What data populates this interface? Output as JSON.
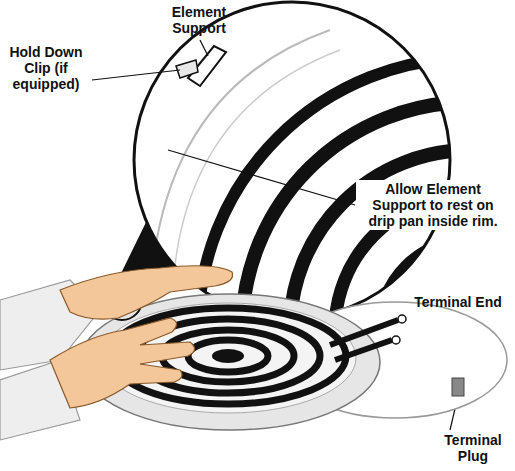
{
  "diagram": {
    "labels": [
      "Hold Down Clip (if equipped)",
      "Element Support",
      "Allow Element Support to rest on drip pan inside rim.",
      "Terminal End",
      "Terminal Plug"
    ]
  }
}
